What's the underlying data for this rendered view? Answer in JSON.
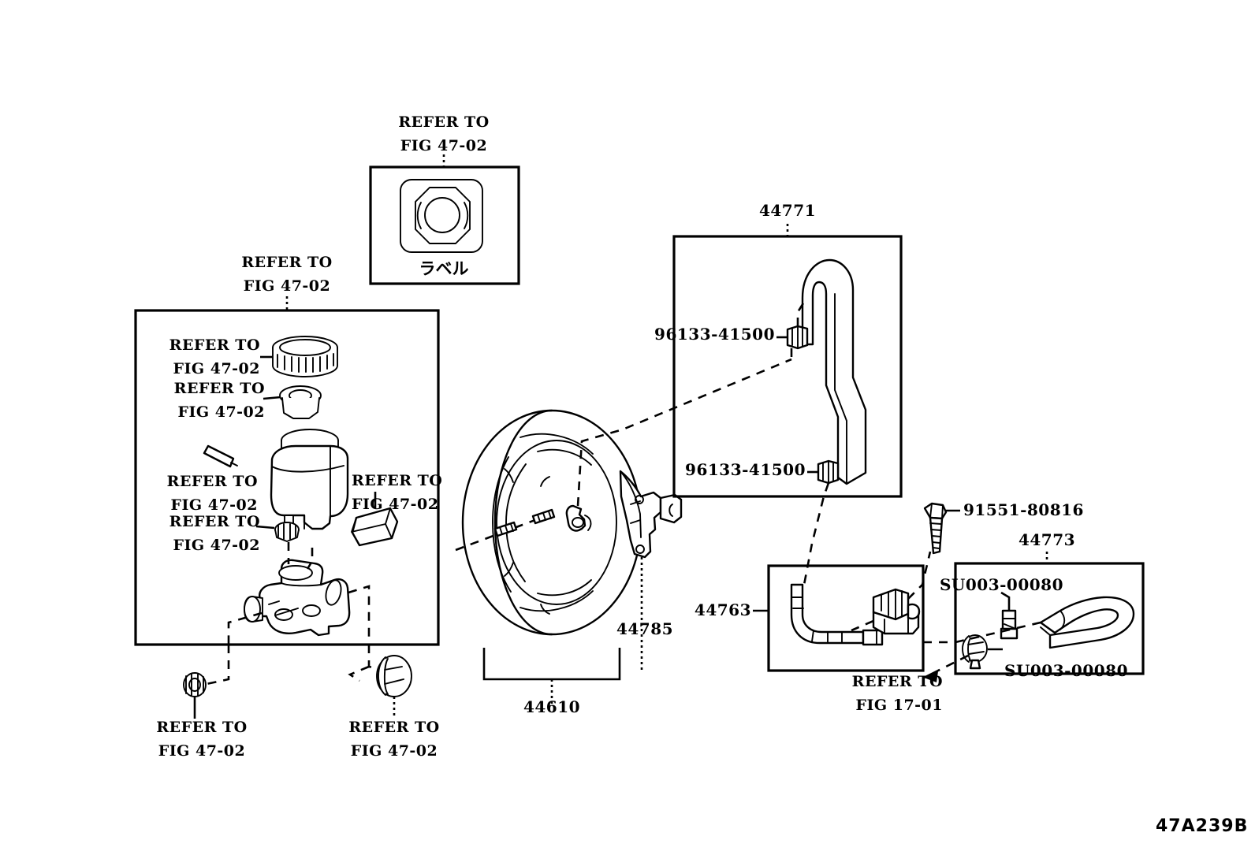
{
  "diagram": {
    "code": "47A239B",
    "title_parts": [
      "44610",
      "44771",
      "44773",
      "44763",
      "44785"
    ]
  },
  "label_box": {
    "refer_top": "REFER TO\nFIG 47-02",
    "caption": "ラベル"
  },
  "reservoir_box": {
    "refer_top": "REFER TO\nFIG 47-02",
    "refer_cap": "REFER TO\nFIG 47-02",
    "refer_grommet": "REFER TO\nFIG 47-02",
    "refer_reservoir_left": "REFER TO\nFIG 47-02",
    "refer_reservoir_right": "REFER TO\nFIG 47-02",
    "refer_strainer": "REFER TO\nFIG 47-02",
    "refer_bottom_left": "REFER TO\nFIG 47-02",
    "refer_bottom_right": "REFER TO\nFIG 47-02"
  },
  "vacuum_hose_box": {
    "part_number": "44771",
    "clamp_upper": "96133-41500",
    "clamp_lower": "96133-41500"
  },
  "booster": {
    "part_number": "44610",
    "bracket_part_number": "44785"
  },
  "hose_44763_box": {
    "part_number": "44763",
    "bolt": "91551-80816"
  },
  "hose_44773_box": {
    "part_number": "44773",
    "clamp_upper": "SU003-00080",
    "clamp_lower": "SU003-00080",
    "refer_fig": "REFER TO\nFIG 17-01"
  }
}
